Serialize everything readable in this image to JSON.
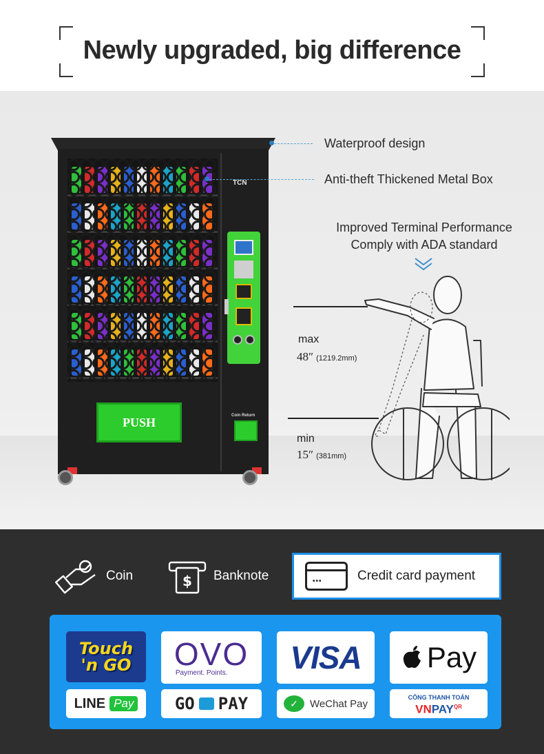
{
  "header": {
    "title": "Newly upgraded, big difference"
  },
  "machine": {
    "brand": "TCN",
    "push_label": "PUSH",
    "coin_return_label": "Coin Return"
  },
  "features": {
    "waterproof": "Waterproof design",
    "antitheft": "Anti-theft Thickened Metal Box",
    "terminal_line1": "Improved Terminal Performance",
    "terminal_line2": "Comply with ADA standard"
  },
  "measure": {
    "max_word": "max",
    "max_value": "48″",
    "max_mm": "(1219.2mm)",
    "min_word": "min",
    "min_value": "15″",
    "min_mm": "(381mm)"
  },
  "payment": {
    "coin": "Coin",
    "banknote": "Banknote",
    "card": "Credit card payment",
    "card_dots": "•••",
    "wallets": {
      "tng": "Touch 'n GO",
      "ovo": "OVO",
      "ovo_sub": "Payment. Points.",
      "visa": "VISA",
      "apple": "Pay",
      "line": "LINE",
      "line_pay": "Pay",
      "gopay_go": "GO",
      "gopay_pay": "PAY",
      "wechat": "WeChat Pay",
      "vnpay_top": "CỔNG THANH TOÁN",
      "vnpay_vn": "VN",
      "vnpay_pay": "PAY",
      "vnpay_qr": "QR"
    }
  },
  "colors": {
    "accent_blue": "#1b96ee",
    "machine_green": "#2ccc2c",
    "dark_bg": "#2e2e2e"
  }
}
